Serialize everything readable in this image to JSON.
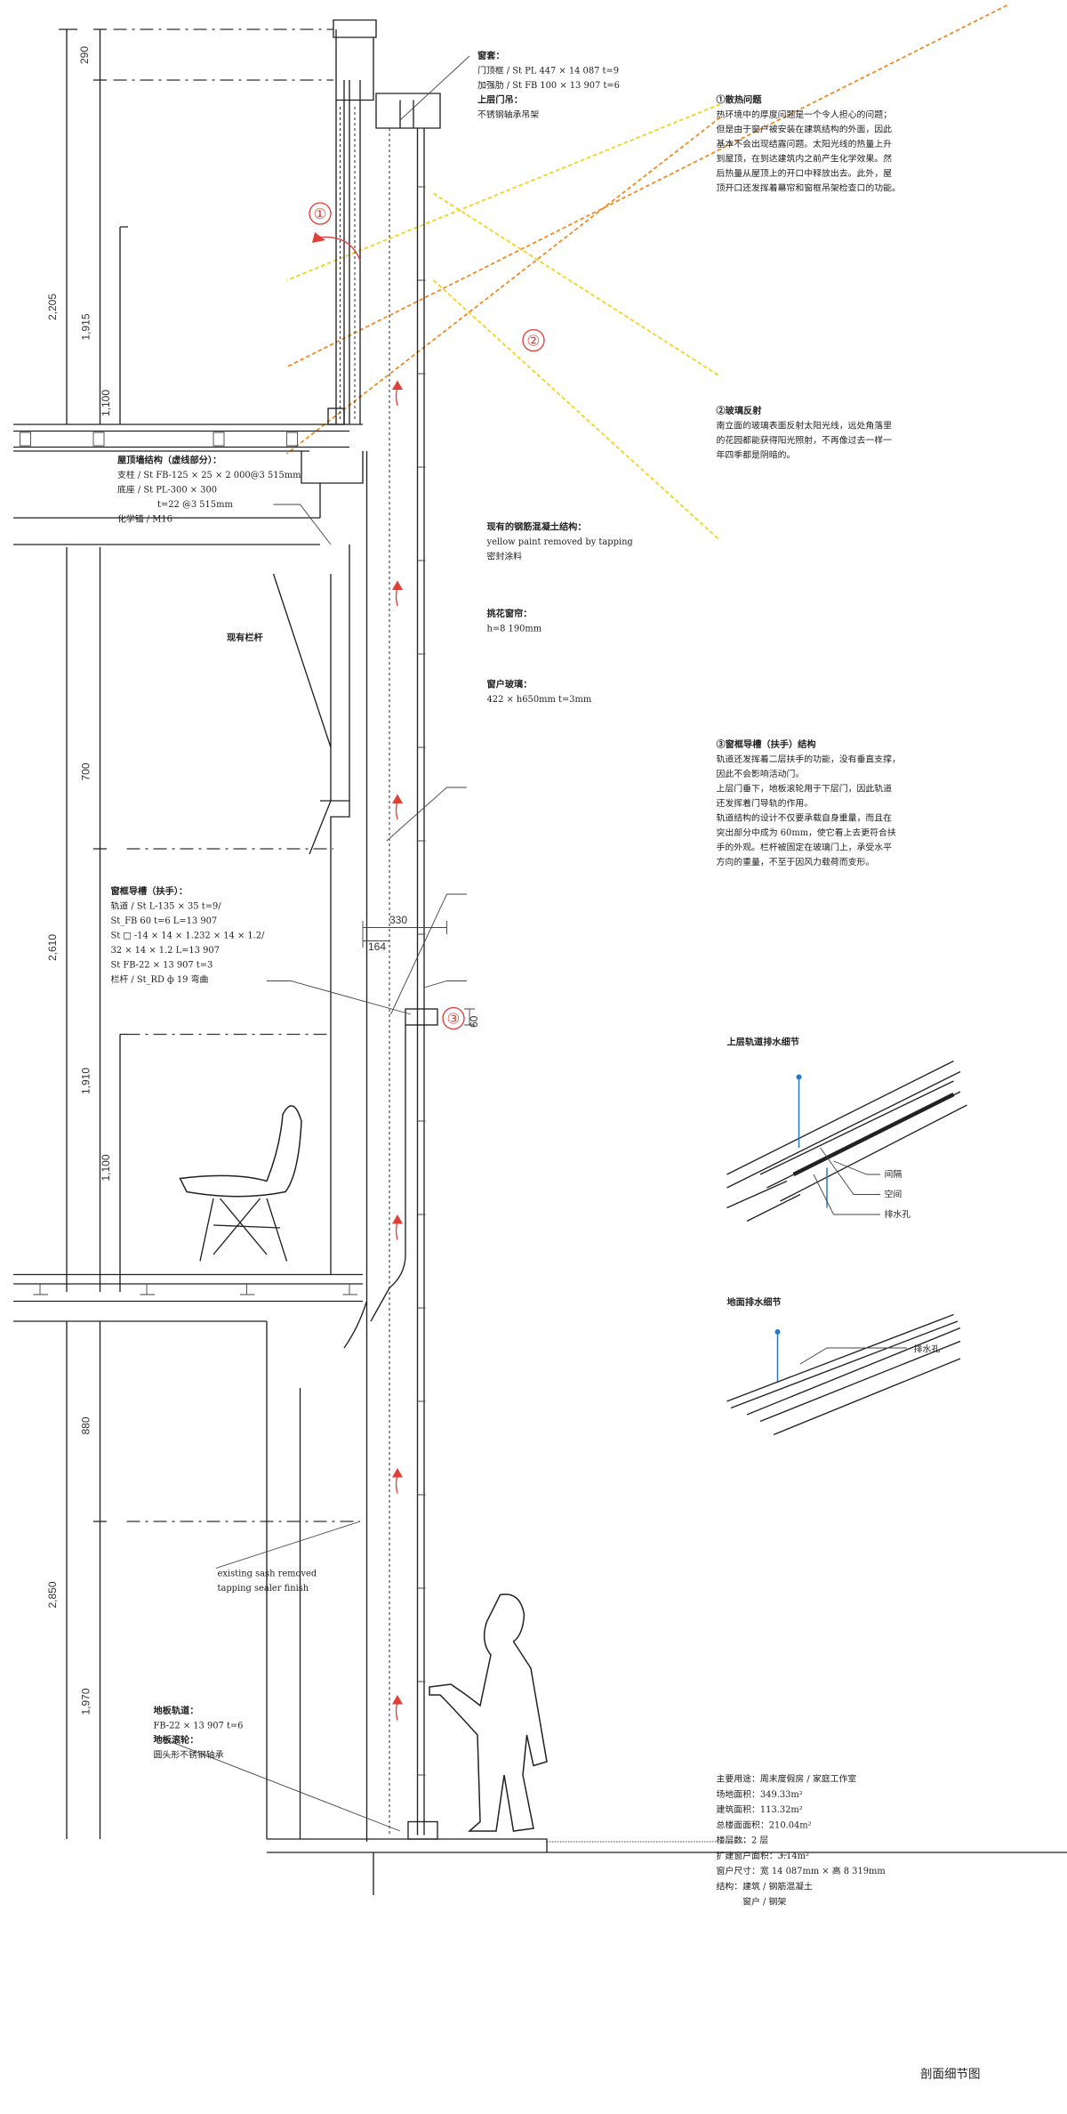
{
  "colors": {
    "heat_arrow": "#e0403a",
    "sun_ray_orange": "#f08a24",
    "sun_ray_yellow": "#f3d21a",
    "water": "#2b78c2"
  },
  "dimensions": {
    "roof": [
      "290",
      "2,205",
      "1,915",
      "1,100"
    ],
    "upper": [
      "700",
      "2,610",
      "1,910",
      "1,100"
    ],
    "lower": [
      "880",
      "2,850",
      "1,970"
    ],
    "track_offsets": [
      "330",
      "164",
      "60"
    ]
  },
  "markers": [
    "①",
    "②",
    "③"
  ],
  "top_label": {
    "title": "窗套：",
    "lines": [
      "门顶框 / St PL 447 × 14 087 t=9",
      "加强肋 / St FB 100 × 13 907 t=6"
    ],
    "title2": "上层门吊：",
    "line2": "不锈钢轴承吊架"
  },
  "note1": {
    "title": "①散热问题",
    "lines": [
      "热环境中的厚度问题是一个令人担心的问题；",
      "但是由于窗户被安装在建筑结构的外面，因此",
      "基本不会出现结露问题。太阳光线的热量上升",
      "到屋顶，在到达建筑内之前产生化学效果。然",
      "后热量从屋顶上的开口中释放出去。此外，屋",
      "顶开口还发挥着幕帘和窗框吊架检查口的功能。"
    ]
  },
  "note2": {
    "title": "②玻璃反射",
    "lines": [
      "南立面的玻璃表面反射太阳光线，远处角落里",
      "的花园都能获得阳光照射，不再像过去一样一",
      "年四季都是阴暗的。"
    ]
  },
  "note3": {
    "title": "③窗框导槽（扶手）结构",
    "lines": [
      "轨道还发挥着二层扶手的功能，没有垂直支撑，",
      "因此不会影响活动门。",
      "上层门垂下，地板滚轮用于下层门，因此轨道",
      "还发挥着门导轨的作用。",
      "轨道结构的设计不仅要承载自身重量，而且在",
      "突出部分中成为 60mm，使它看上去更符合扶",
      "手的外观。栏杆被固定在玻璃门上，承受水平",
      "方向的重量，不至于因风力载荷而变形。"
    ]
  },
  "roof_wall": {
    "title": "屋顶墙结构（虚线部分）：",
    "lines": [
      "支柱 / St FB-125 × 25 × 2 000@3 515mm",
      "底座 / St PL-300 × 300",
      "t=22 @3 515mm",
      "化学锚 / M16"
    ]
  },
  "railing_label": "现有栏杆",
  "concrete": {
    "title": "现有的钢筋混凝土结构：",
    "lines": [
      "yellow paint removed by tapping",
      "密封涂料"
    ]
  },
  "curtain": {
    "title": "挑花窗帘：",
    "line": "h=8 190mm"
  },
  "glass": {
    "title": "窗户玻璃：",
    "line": "422 × h650mm t=3mm"
  },
  "track": {
    "title": "窗框导槽（扶手）：",
    "lines": [
      "轨道 / St L-135 × 35 t=9/",
      "St_FB 60 t=6 L=13 907",
      "St □ -14 × 14 × 1.232 × 14 × 1.2/",
      "32 × 14 × 1.2 L=13 907",
      "St FB-22 × 13 907 t=3",
      "栏杆 / St_RD ф 19 弯曲"
    ]
  },
  "sash": {
    "lines": [
      "existing sash removed",
      "tapping sealer finish"
    ]
  },
  "floor_track": {
    "title": "地板轨道：",
    "line": "FB-22 × 13 907 t=6",
    "title2": "地板滚轮：",
    "line2": "圆头形不锈钢轴承"
  },
  "detail_upper": {
    "title": "上层轨道排水细节",
    "labels": [
      "间隔",
      "空间",
      "排水孔"
    ]
  },
  "detail_floor": {
    "title": "地面排水细节",
    "labels": [
      "排水孔"
    ]
  },
  "project_info": [
    "主要用途：周末度假房 / 家庭工作室",
    "场地面积：349.33m²",
    "建筑面积：113.32m²",
    "总楼面面积：210.04m²",
    "楼层数：2 层",
    "扩建窗户面积：3.14m²",
    "窗户尺寸：宽 14 087mm × 高 8 319mm",
    "结构：建筑 / 钢筋混凝土",
    "　　　窗户 / 钢架"
  ],
  "caption": "剖面细节图"
}
